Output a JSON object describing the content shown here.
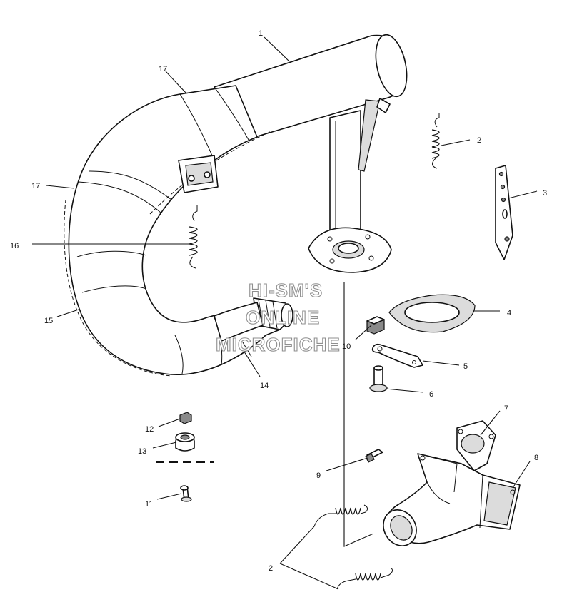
{
  "watermark": {
    "line1": "HI-SM'S",
    "line2": "ONLINE",
    "line3": "MICROFICHE"
  },
  "callouts": {
    "c1": "1",
    "c2a": "2",
    "c2b": "2",
    "c3": "3",
    "c4": "4",
    "c5": "5",
    "c6": "6",
    "c7": "7",
    "c8": "8",
    "c9": "9",
    "c10": "10",
    "c11": "11",
    "c12": "12",
    "c13": "13",
    "c14": "14",
    "c15": "15",
    "c16": "16",
    "c17a": "17",
    "c17b": "17"
  }
}
